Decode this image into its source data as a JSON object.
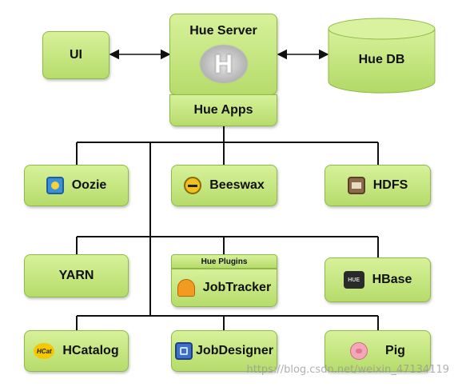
{
  "nodes": {
    "ui": "UI",
    "hue_server": "Hue Server",
    "hue_db": "Hue DB",
    "hue_apps": "Hue Apps",
    "oozie": "Oozie",
    "beeswax": "Beeswax",
    "hdfs": "HDFS",
    "yarn": "YARN",
    "hue_plugins": "Hue Plugins",
    "jobtracker": "JobTracker",
    "hbase": "HBase",
    "hcatalog": "HCatalog",
    "jobdesigner": "JobDesigner",
    "pig": "Pig"
  },
  "icons": {
    "server_logo": "H",
    "hbase_logo": "HUE",
    "hcat_logo": "HCat"
  },
  "watermark": "https://blog.csdn.net/weixin_47134119"
}
